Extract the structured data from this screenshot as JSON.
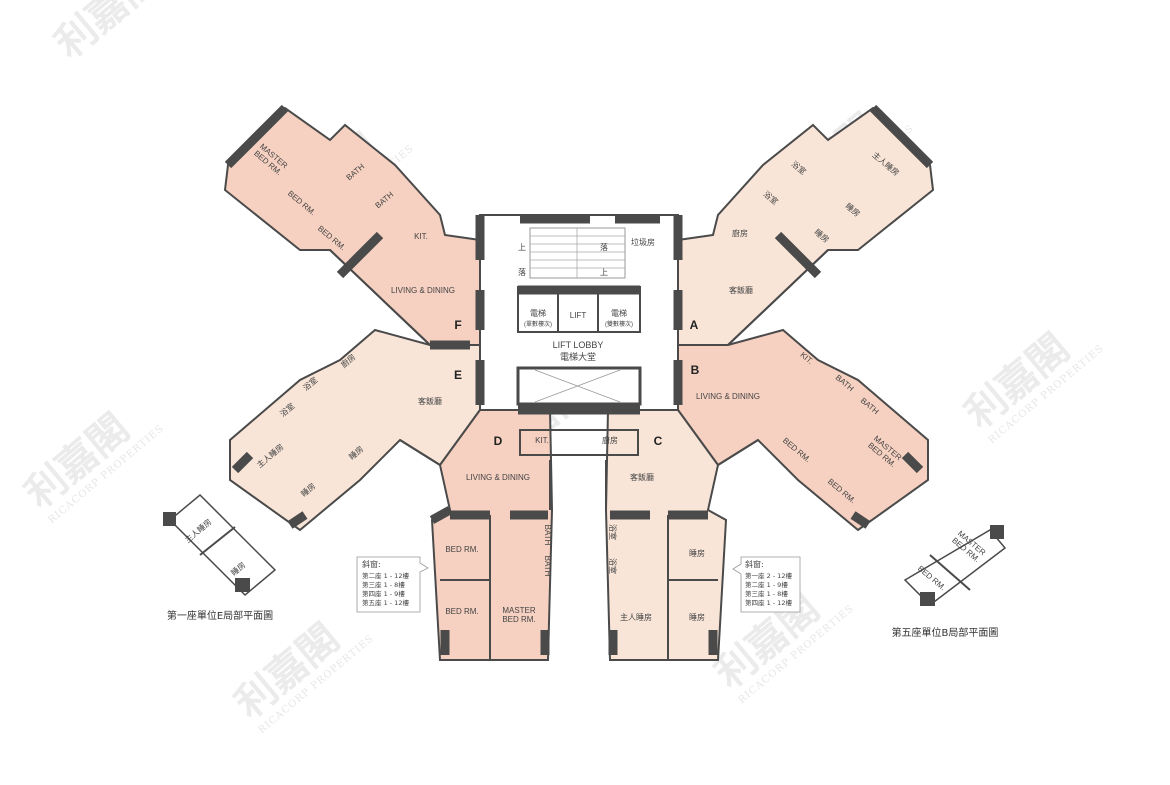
{
  "watermark": {
    "brand_cn": "利嘉閣",
    "brand_en": "RICACORP PROPERTIES"
  },
  "colors": {
    "english_units": "#f6d1c1",
    "chinese_units": "#f9e5d8",
    "walls": "#4a4a4a"
  },
  "core": {
    "up1": "上",
    "down1": "落",
    "down2": "落",
    "up2": "上",
    "refuse": "垃圾房",
    "lift1": "電梯",
    "lift1_sub": "(單數樓次)",
    "lift2": "LIFT",
    "lift3": "電梯",
    "lift3_sub": "(雙數樓次)",
    "lobby_en": "LIFT LOBBY",
    "lobby_cn": "電梯大堂"
  },
  "unit_f": {
    "letter": "F",
    "living": "LIVING & DINING",
    "master": "MASTER",
    "master2": "BED RM.",
    "bed1": "BED RM.",
    "bed2": "BED RM.",
    "bath1": "BATH",
    "bath2": "BATH",
    "kit": "KIT."
  },
  "unit_a": {
    "letter": "A",
    "living": "客飯廳",
    "master": "主人睡房",
    "bed1": "睡房",
    "bed2": "睡房",
    "bath1": "浴室",
    "bath2": "浴室",
    "kit": "廚房"
  },
  "unit_e": {
    "letter": "E",
    "living": "客飯廳",
    "kit": "廚房",
    "bath1": "浴室",
    "bath2": "浴室",
    "master": "主人睡房",
    "bed1": "睡房",
    "bed2": "睡房"
  },
  "unit_b": {
    "letter": "B",
    "living": "LIVING & DINING",
    "kit": "KIT.",
    "bath1": "BATH",
    "bath2": "BATH",
    "master": "MASTER",
    "master2": "BED RM.",
    "bed1": "BED RM.",
    "bed2": "BED RM."
  },
  "unit_d": {
    "letter": "D",
    "living": "LIVING & DINING",
    "kit": "KIT.",
    "bed1": "BED RM.",
    "bed2": "BED RM.",
    "master": "MASTER",
    "master2": "BED RM.",
    "bath1": "BATH",
    "bath2": "BATH"
  },
  "unit_c": {
    "letter": "C",
    "living": "客飯廳",
    "kit": "廚房",
    "bath1": "浴室",
    "bath2": "浴室",
    "master": "主人睡房",
    "bed1": "睡房",
    "bed2": "睡房"
  },
  "note_left": {
    "title": "斜窗:",
    "lines": [
      "第二座 1 - 12樓",
      "第三座 1 - 8樓",
      "第四座 1 - 9樓",
      "第五座 1 - 12樓"
    ]
  },
  "note_right": {
    "title": "斜窗:",
    "lines": [
      "第一座 2 - 12樓",
      "第二座 1 - 9樓",
      "第三座 1 - 8樓",
      "第四座 1 - 12樓"
    ]
  },
  "inset_left": {
    "master": "主人睡房",
    "bed": "睡房",
    "caption": "第一座單位E局部平面圖"
  },
  "inset_right": {
    "master": "MASTER",
    "master2": "BED RM.",
    "bed": "BED RM.",
    "caption": "第五座單位B局部平面圖"
  }
}
